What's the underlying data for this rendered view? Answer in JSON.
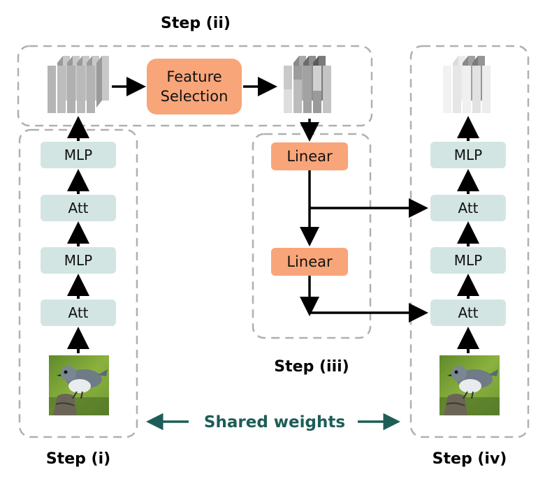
{
  "steps": {
    "i": "Step (i)",
    "ii": "Step (ii)",
    "iii": "Step (iii)",
    "iv": "Step (iv)"
  },
  "left_stack": [
    "Att",
    "MLP",
    "Att",
    "MLP"
  ],
  "right_stack": [
    "Att",
    "MLP",
    "Att",
    "MLP"
  ],
  "feature_selection": [
    "Feature",
    "Selection"
  ],
  "linear_top": "Linear",
  "linear_bottom": "Linear",
  "shared_weights": "Shared weights",
  "colors": {
    "teal_box": "#d2e5e2",
    "orange_box": "#f8a57a",
    "dashed_border": "#b0b0b0",
    "shared_text": "#1d5d57",
    "arrow": "#000000"
  }
}
